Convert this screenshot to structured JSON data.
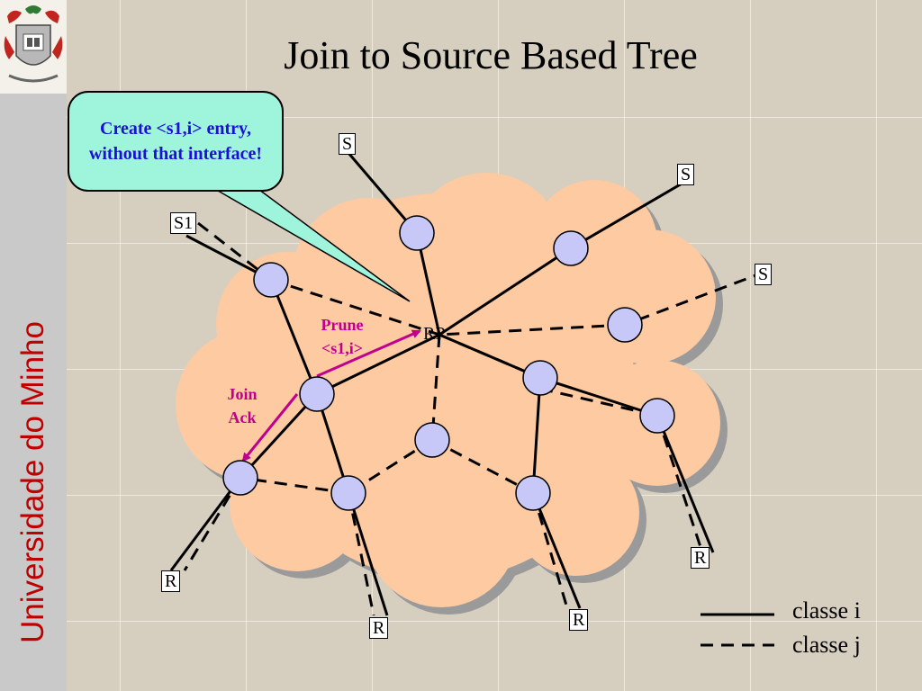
{
  "title": "Join to Source Based Tree",
  "sidebar": {
    "text": "Universidade do Minho"
  },
  "callout": {
    "text": "Create <s1,i> entry, without that interface!"
  },
  "labels": {
    "rp": "RP",
    "s1": "S1",
    "s_top": "S",
    "s_upper_right": "S",
    "s_right": "S",
    "r_left": "R",
    "r_bottom_center": "R",
    "r_bottom_right": "R",
    "r_right": "R"
  },
  "annotations": {
    "prune_line1": "Prune",
    "prune_line2": "<s1,i>",
    "join_line1": "Join",
    "join_line2": "Ack"
  },
  "legend": {
    "solid_label": "classe i",
    "dashed_label": "classe j"
  },
  "colors": {
    "cloud": "#fdcaa2",
    "cloud_shadow": "#9a9a9a",
    "node_fill": "#c8c8f8",
    "callout_fill": "#9ff5dc",
    "callout_text": "#1b0fd8",
    "annotation": "#c0008c",
    "sidebar_text": "#c00000"
  }
}
